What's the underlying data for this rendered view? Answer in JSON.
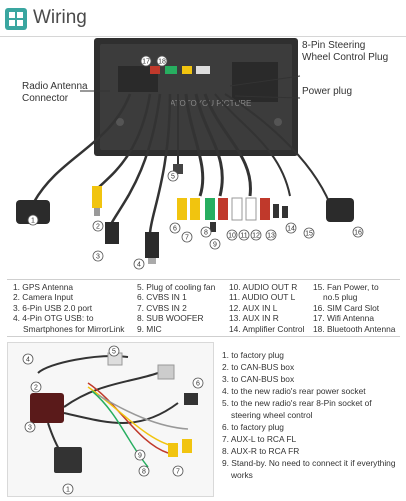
{
  "header": {
    "title": "Wiring"
  },
  "diagram": {
    "watermark": "ATOTOYOU PICTURE",
    "callouts": {
      "steering": [
        "8-Pin Steering",
        "Wheel Control Plug"
      ],
      "radio_antenna": [
        "Radio Antenna",
        "Connector"
      ],
      "power_plug": "Power plug"
    },
    "numbers": [
      "1",
      "2",
      "3",
      "4",
      "5",
      "6",
      "7",
      "8",
      "9",
      "10",
      "11",
      "12",
      "13",
      "14",
      "15",
      "16",
      "17",
      "18"
    ]
  },
  "table": {
    "col1": [
      "1. GPS Antenna",
      "2. Camera Input",
      "3. 6-Pin USB 2.0 port",
      "4. 4-Pin OTG USB: to",
      "Smartphones for MirrorLink"
    ],
    "col2": [
      "5. Plug of cooling fan",
      "6. CVBS IN 1",
      "7. CVBS IN 2",
      "8. SUB WOOFER",
      "9. MIC"
    ],
    "col3": [
      "10. AUDIO OUT R",
      "11. AUDIO OUT L",
      "12. AUX IN L",
      "13. AUX IN R",
      "14. Amplifier Control"
    ],
    "col4": [
      "15. Fan Power, to",
      "no.5 plug",
      "16. SIM Card Slot",
      "17. Wifi Antenna",
      "18. Bluetooth Antenna"
    ]
  },
  "photo": {
    "numbers": [
      "1",
      "2",
      "3",
      "4",
      "5",
      "6",
      "7",
      "8",
      "9"
    ]
  },
  "notes": [
    "1. to factory plug",
    "2. to CAN-BUS box",
    "3. to CAN-BUS box",
    "4. to the new radio's rear power socket",
    "5. to the new radio's rear 8-Pin socket of",
    "steering wheel control",
    "6. to factory plug",
    "7. AUX-L to RCA FL",
    "8. AUX-R to RCA FR",
    "9. Stand-by. No need to connect it if everything",
    "works"
  ]
}
